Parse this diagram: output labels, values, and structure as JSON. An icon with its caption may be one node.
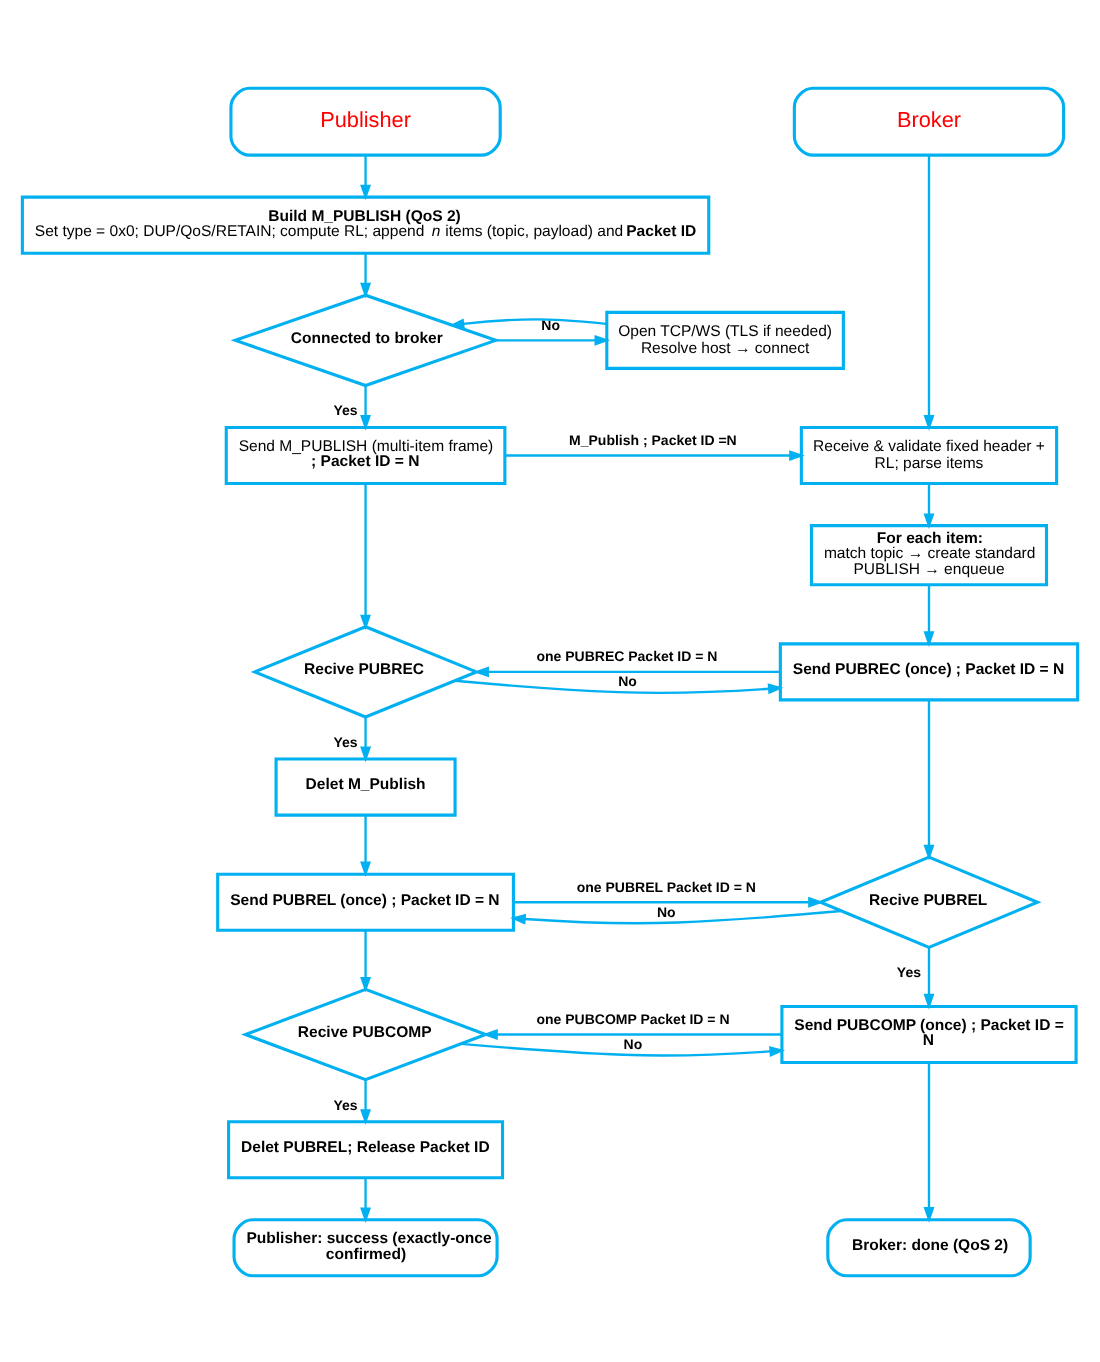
{
  "diagram": {
    "nodes": [
      {
        "text": [
          "Publisher"
        ]
      },
      {
        "text": [
          "Build M_PUBLISH (QoS 2)",
          "Set type = 0x0; DUP/QoS/RETAIN; compute RL; append *n* items (topic, payload) and **Packet ID**"
        ]
      },
      {
        "text": [
          "Connected to broker"
        ]
      },
      {
        "text": [
          "Open TCP/WS (TLS if needed) Resolve host → connect"
        ]
      },
      {
        "text": [
          "Send M_PUBLISH (multi-item frame)",
          "; Packet ID = N"
        ]
      },
      {
        "text": [
          "Recive PUBREC"
        ]
      },
      {
        "text": [
          "Delet M_Publish"
        ]
      },
      {
        "text": [
          "Send PUBREL (once) ; Packet ID = N"
        ]
      },
      {
        "text": [
          "Recive PUBCOMP"
        ]
      },
      {
        "text": [
          "Delet PUBREL; Release Packet ID"
        ]
      },
      {
        "text": [
          "Publisher: success (exactly-once confirmed)"
        ]
      },
      {
        "text": [
          "Broker"
        ]
      },
      {
        "text": [
          "Receive & validate fixed header + RL; parse items"
        ]
      },
      {
        "text": [
          "For each item:",
          "match topic → create standard PUBLISH → enqueue"
        ]
      },
      {
        "text": [
          "Send PUBREC (once) ; Packet ID = N"
        ]
      },
      {
        "text": [
          "Recive PUBREL"
        ]
      },
      {
        "text": [
          "Send PUBCOMP (once) ; Packet ID = N"
        ]
      },
      {
        "text": [
          "Broker: done (QoS 2)"
        ]
      }
    ],
    "edges": [
      {
        "from": 0,
        "to": 1,
        "arrow": "to"
      },
      {
        "from": 1,
        "to": 2,
        "arrow": "to"
      },
      {
        "from": 2,
        "to": 3,
        "arrow": "to",
        "label": "No"
      },
      {
        "from": 3,
        "to": 2,
        "arrow": "to"
      },
      {
        "from": 2,
        "to": 4,
        "arrow": "to",
        "label": "Yes"
      },
      {
        "from": 4,
        "to": 12,
        "arrow": "to",
        "label": "M_Publish ; Packet ID =N"
      },
      {
        "from": 4,
        "to": 5,
        "arrow": "to"
      },
      {
        "from": 11,
        "to": 12,
        "arrow": "to"
      },
      {
        "from": 12,
        "to": 13,
        "arrow": "to"
      },
      {
        "from": 13,
        "to": 14,
        "arrow": "to"
      },
      {
        "from": 5,
        "to": 14,
        "arrow": "to",
        "label": "No"
      },
      {
        "from": 14,
        "to": 5,
        "arrow": "to",
        "label": "one PUBREC Packet ID = N"
      },
      {
        "from": 5,
        "to": 6,
        "arrow": "to",
        "label": "Yes"
      },
      {
        "from": 6,
        "to": 7,
        "arrow": "to"
      },
      {
        "from": 14,
        "to": 15,
        "arrow": "to"
      },
      {
        "from": 15,
        "to": 7,
        "arrow": "to",
        "label": "No"
      },
      {
        "from": 7,
        "to": 15,
        "arrow": "to",
        "label": "one PUBREL Packet ID = N"
      },
      {
        "from": 7,
        "to": 8,
        "arrow": "to"
      },
      {
        "from": 15,
        "to": 16,
        "arrow": "to",
        "label": "Yes"
      },
      {
        "from": 8,
        "to": 16,
        "arrow": "to",
        "label": "No"
      },
      {
        "from": 16,
        "to": 8,
        "arrow": "to",
        "label": "one PUBCOMP Packet ID = N"
      },
      {
        "from": 8,
        "to": 9,
        "arrow": "to",
        "label": "Yes"
      },
      {
        "from": 9,
        "to": 10,
        "arrow": "to"
      },
      {
        "from": 16,
        "to": 17,
        "arrow": "to"
      }
    ]
  }
}
